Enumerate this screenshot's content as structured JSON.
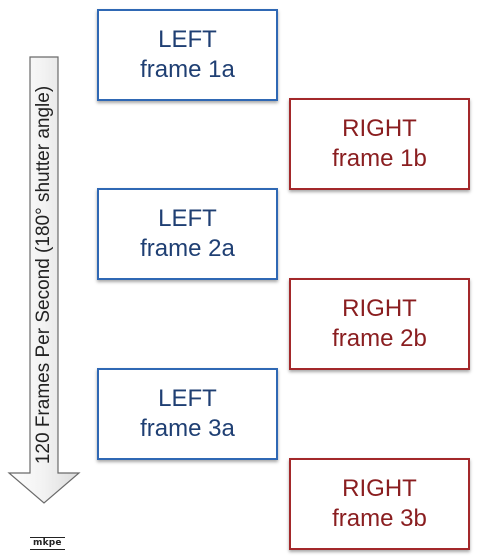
{
  "arrow": {
    "label": "120 Frames Per Second (180° shutter angle)"
  },
  "frames": [
    {
      "eye": "LEFT",
      "frame": "frame 1a"
    },
    {
      "eye": "RIGHT",
      "frame": "frame 1b"
    },
    {
      "eye": "LEFT",
      "frame": "frame 2a"
    },
    {
      "eye": "RIGHT",
      "frame": "frame 2b"
    },
    {
      "eye": "LEFT",
      "frame": "frame 3a"
    },
    {
      "eye": "RIGHT",
      "frame": "frame 3b"
    }
  ],
  "logo": "mkpe",
  "colors": {
    "left_border": "#2f68b4",
    "left_text": "#1f3f73",
    "right_border": "#a3282a",
    "right_text": "#8a1e20",
    "arrow_fill": "#eeeeee",
    "arrow_stroke": "#6a6a6a"
  }
}
